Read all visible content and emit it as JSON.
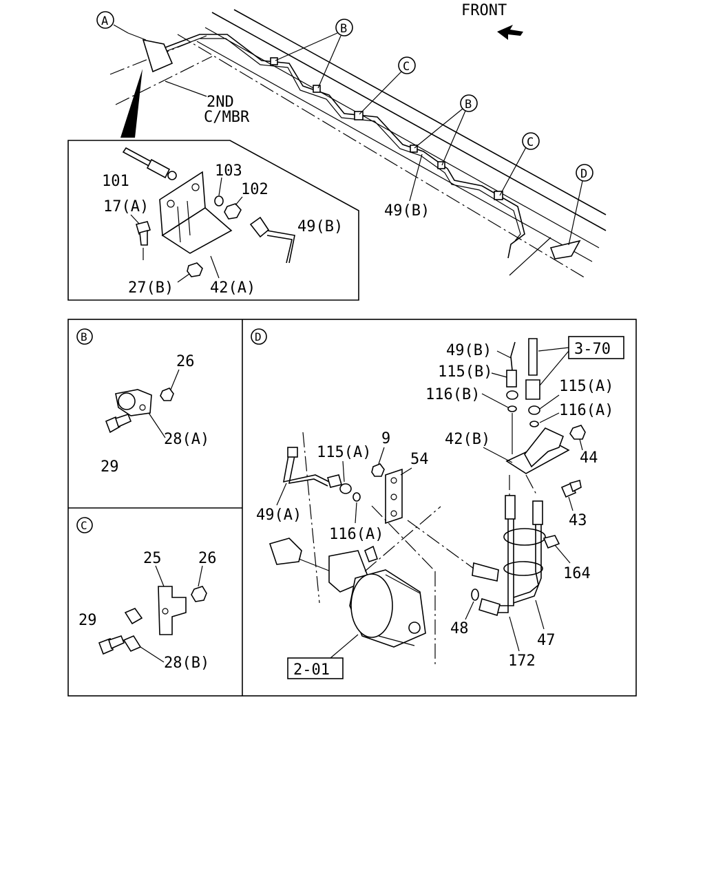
{
  "overview": {
    "front_label": "FRONT",
    "crossmember_label_line1": "2ND",
    "crossmember_label_line2": "C/MBR",
    "callouts": {
      "a": "A",
      "b": "B",
      "c": "C",
      "d": "D"
    },
    "part_49b": "49(B)"
  },
  "detail_a": {
    "labels": {
      "p101": "101",
      "p103": "103",
      "p102": "102",
      "p17a": "17(A)",
      "p49b": "49(B)",
      "p27b": "27(B)",
      "p42a": "42(A)"
    }
  },
  "panel_b": {
    "tag": "B",
    "labels": {
      "p26": "26",
      "p28a": "28(A)",
      "p29": "29"
    }
  },
  "panel_c": {
    "tag": "C",
    "labels": {
      "p25": "25",
      "p26": "26",
      "p29": "29",
      "p28b": "28(B)"
    }
  },
  "panel_d": {
    "tag": "D",
    "labels": {
      "p49b": "49(B)",
      "ref370": "3-70",
      "p115b": "115(B)",
      "p115a_top": "115(A)",
      "p116b": "116(B)",
      "p116a_top": "116(A)",
      "p9": "9",
      "p42b": "42(B)",
      "p115a": "115(A)",
      "p54": "54",
      "p44": "44",
      "p49a": "49(A)",
      "p43": "43",
      "p116a": "116(A)",
      "p164": "164",
      "p48": "48",
      "p47": "47",
      "p172": "172",
      "ref201": "2-01"
    }
  }
}
